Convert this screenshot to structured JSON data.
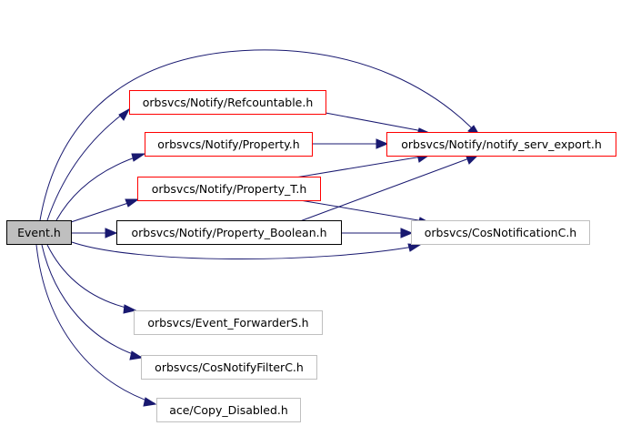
{
  "nodes": {
    "event_h": "Event.h",
    "refcountable_h": "orbsvcs/Notify/Refcountable.h",
    "property_h": "orbsvcs/Notify/Property.h",
    "notify_serv_export_h": "orbsvcs/Notify/notify_serv_export.h",
    "property_t_h": "orbsvcs/Notify/Property_T.h",
    "property_boolean_h": "orbsvcs/Notify/Property_Boolean.h",
    "cosnotificationc_h": "orbsvcs/CosNotificationC.h",
    "event_forwarders_h": "orbsvcs/Event_ForwarderS.h",
    "cosnotifyfilterc_h": "orbsvcs/CosNotifyFilterC.h",
    "copy_disabled_h": "ace/Copy_Disabled.h"
  },
  "colors": {
    "edge": "#191970",
    "root_fill": "#bfbfbf",
    "border_documented": "#ff0000",
    "border_plain": "#000000",
    "border_external": "#bfbfbf"
  }
}
